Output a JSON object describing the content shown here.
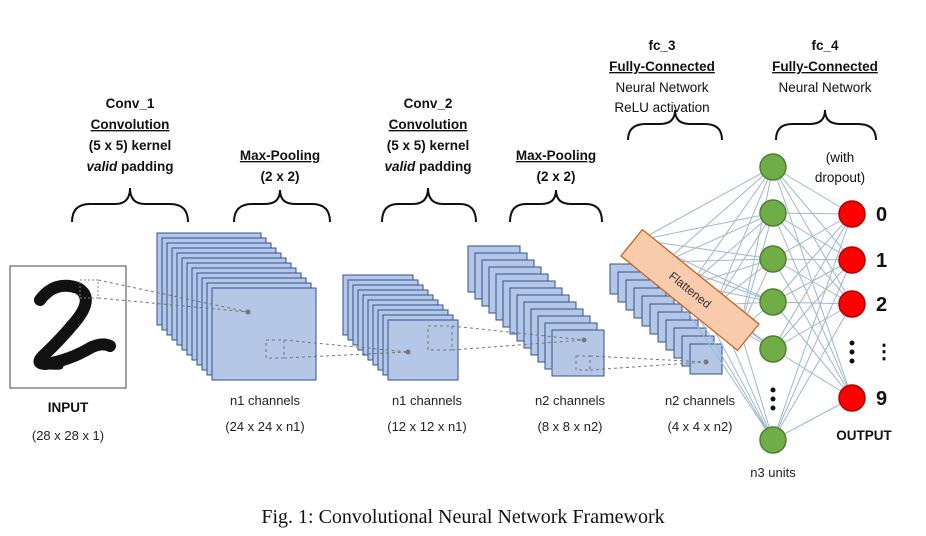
{
  "stages": {
    "conv1": {
      "name": "Conv_1",
      "type": "Convolution",
      "kernel": "(5 x 5) kernel",
      "padding_em": "valid",
      "padding_rest": " padding",
      "channels": "n1 channels",
      "shape": "(24 x 24 x n1)"
    },
    "pool1": {
      "type": "Max-Pooling",
      "size": "(2 x 2)",
      "channels": "n1 channels",
      "shape": "(12 x 12 x n1)"
    },
    "conv2": {
      "name": "Conv_2",
      "type": "Convolution",
      "kernel": "(5 x 5) kernel",
      "padding_em": "valid",
      "padding_rest": " padding",
      "channels": "n2 channels",
      "shape": "(8 x 8 x n2)"
    },
    "pool2": {
      "type": "Max-Pooling",
      "size": "(2 x 2)",
      "channels": "n2 channels",
      "shape": "(4 x 4 x n2)"
    },
    "fc3": {
      "name": "fc_3",
      "type": "Fully-Connected",
      "desc1": "Neural Network",
      "desc2": "ReLU activation"
    },
    "fc4": {
      "name": "fc_4",
      "type": "Fully-Connected",
      "desc1": "Neural Network",
      "dropout1": "(with",
      "dropout2": "dropout)"
    }
  },
  "input": {
    "label": "INPUT",
    "shape": "(28 x 28 x 1)",
    "digit": "2"
  },
  "flattened": "Flattened",
  "hidden_units": "n3 units",
  "output": {
    "label": "OUTPUT",
    "digits": [
      "0",
      "1",
      "2",
      "⋮",
      "9"
    ]
  },
  "caption": "Fig. 1: Convolutional Neural Network Framework",
  "colors": {
    "feature_map_fill": "#b4c7e7",
    "feature_map_stroke": "#2f528f",
    "hidden_node": "#70ad47",
    "output_node": "#ff0000",
    "connection": "#9fb7cc",
    "flattened_fill": "#f8cbad"
  }
}
